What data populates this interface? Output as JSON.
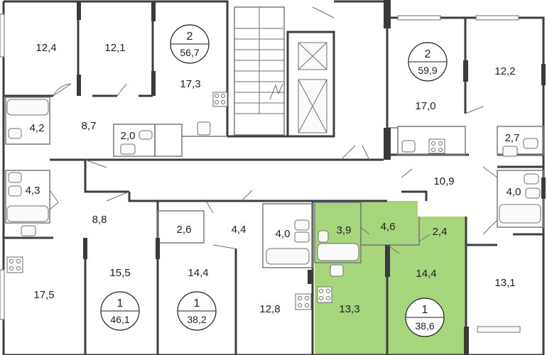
{
  "colors": {
    "highlight_apartment": "#a7d57c",
    "walls": "#3d3d3d",
    "text": "#1e1e1e",
    "background": "#ffffff"
  },
  "apartments": [
    {
      "id": "apt-a",
      "rooms": "2",
      "area": "56,7",
      "highlighted": false
    },
    {
      "id": "apt-b",
      "rooms": "2",
      "area": "59,9",
      "highlighted": false
    },
    {
      "id": "apt-c",
      "rooms": "1",
      "area": "46,1",
      "highlighted": false
    },
    {
      "id": "apt-d",
      "rooms": "1",
      "area": "38,2",
      "highlighted": false
    },
    {
      "id": "apt-e",
      "rooms": "1",
      "area": "38,6",
      "highlighted": true
    }
  ],
  "room_areas": [
    "12,4",
    "12,1",
    "17,3",
    "4,2",
    "8,7",
    "2,0",
    "17,0",
    "12,2",
    "2,7",
    "10,9",
    "4,0",
    "4,3",
    "8,8",
    "2,6",
    "4,4",
    "4,0",
    "3,9",
    "4,6",
    "2,4",
    "15,5",
    "17,5",
    "14,4",
    "12,8",
    "13,3",
    "14,4",
    "13,1"
  ]
}
